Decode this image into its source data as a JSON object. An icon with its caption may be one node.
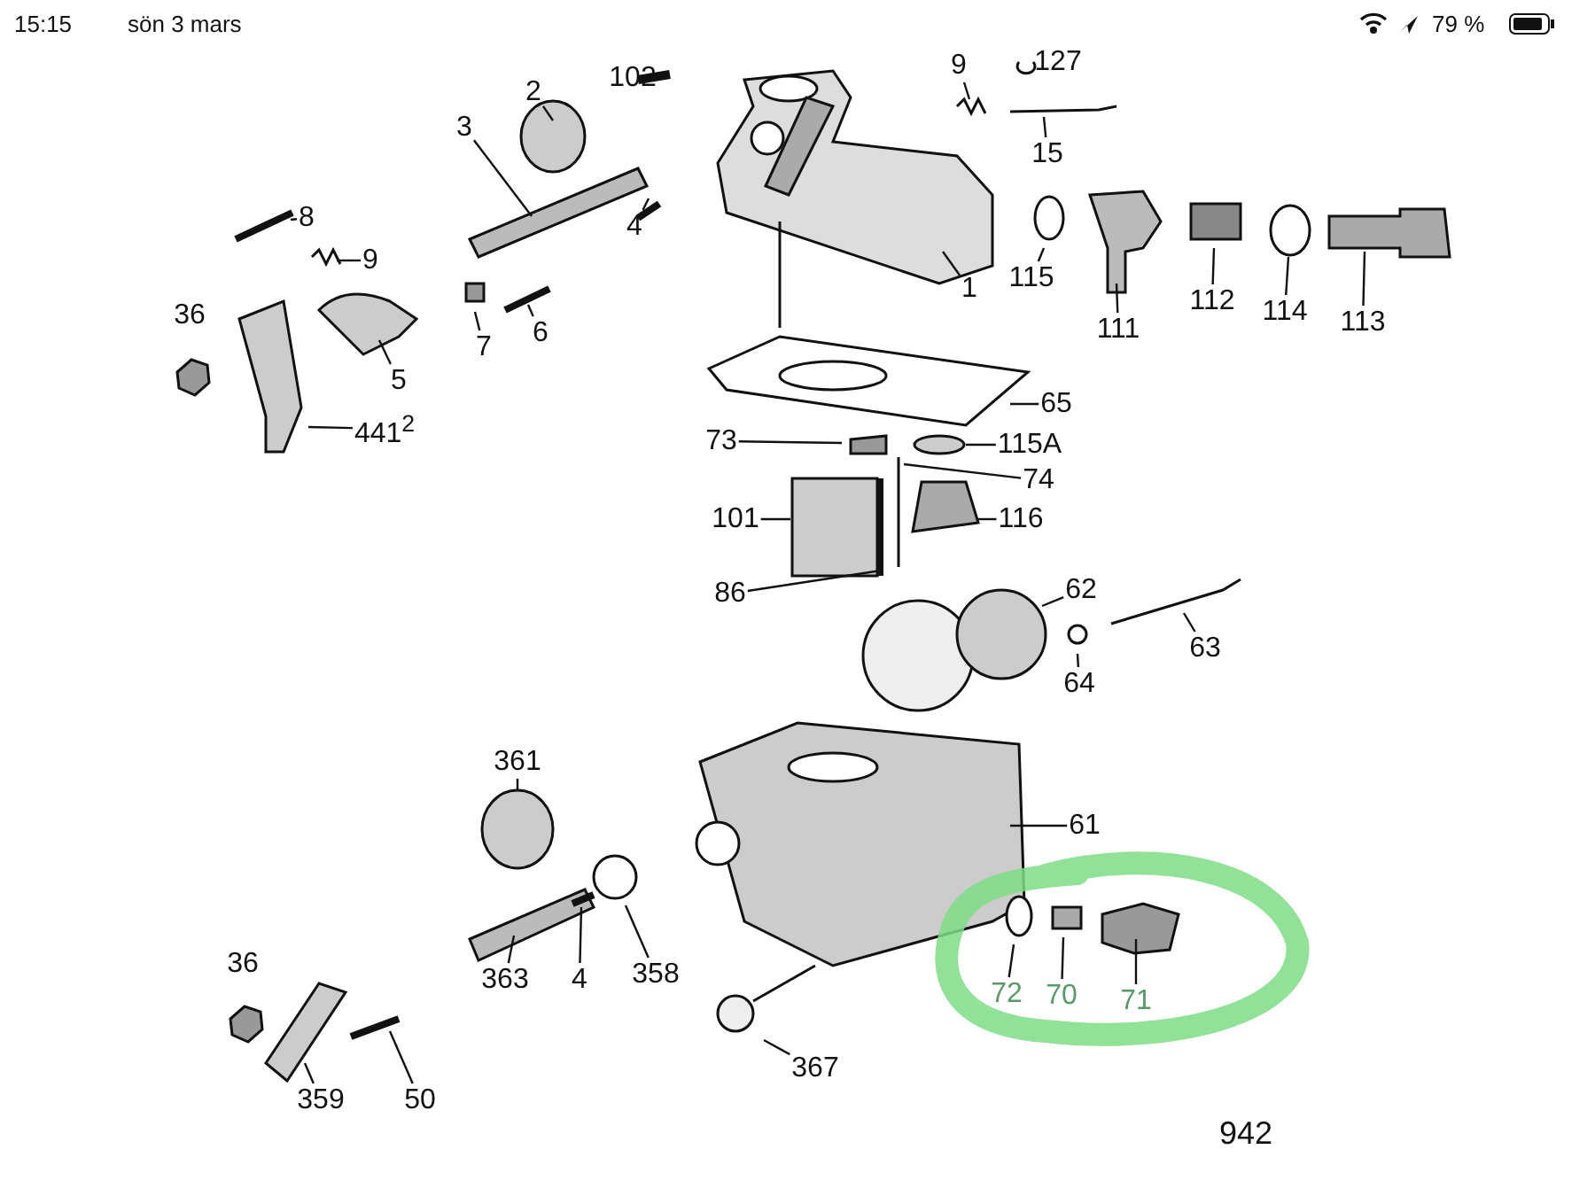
{
  "diagram": {
    "nodes": [
      {
        "text": [
          "2"
        ]
      },
      {
        "text": [
          "3"
        ]
      },
      {
        "text": [
          "8"
        ]
      },
      {
        "text": [
          "4"
        ]
      },
      {
        "text": [
          "9"
        ]
      },
      {
        "text": [
          "6"
        ]
      },
      {
        "text": [
          "7"
        ]
      },
      {
        "text": [
          "5"
        ]
      },
      {
        "text": [
          "441$^{2}$"
        ]
      },
      {
        "text": [
          "9"
        ]
      },
      {
        "text": [
          "127"
        ]
      },
      {
        "text": [
          "15"
        ]
      },
      {
        "text": [
          "1"
        ]
      },
      {
        "text": [
          "115"
        ]
      },
      {
        "text": [
          "111"
        ]
      },
      {
        "text": [
          "112"
        ]
      },
      {
        "text": [
          "114"
        ]
      },
      {
        "text": [
          "113"
        ]
      },
      {
        "text": [
          "65"
        ]
      },
      {
        "text": [
          "73"
        ]
      },
      {
        "text": [
          "115A"
        ]
      },
      {
        "text": [
          "74"
        ]
      },
      {
        "text": [
          "101"
        ]
      },
      {
        "text": [
          "116"
        ]
      },
      {
        "text": [
          "86"
        ]
      },
      {
        "text": [
          "62"
        ]
      },
      {
        "text": [
          "63"
        ]
      },
      {
        "text": [
          "64"
        ]
      },
      {
        "text": [
          "361"
        ]
      },
      {
        "text": [
          "61"
        ]
      },
      {
        "text": [
          "363"
        ]
      },
      {
        "text": [
          "4"
        ]
      },
      {
        "text": [
          "358"
        ]
      },
      {
        "text": [
          "72"
        ]
      },
      {
        "text": [
          "70"
        ]
      },
      {
        "text": [
          "71"
        ]
      },
      {
        "text": [
          "367"
        ]
      },
      {
        "text": [
          "359"
        ]
      },
      {
        "text": [
          "50"
        ]
      }
    ],
    "edges": [
      {
        "from": 0,
        "to": null,
        "arrow": "none"
      },
      {
        "from": 1,
        "to": null,
        "arrow": "none"
      },
      {
        "from": 2,
        "to": null,
        "arrow": "none"
      },
      {
        "from": 3,
        "to": null,
        "arrow": "none"
      },
      {
        "from": 4,
        "to": null,
        "arrow": "none"
      },
      {
        "from": 5,
        "to": null,
        "arrow": "none"
      },
      {
        "from": 6,
        "to": null,
        "arrow": "none"
      },
      {
        "from": 7,
        "to": null,
        "arrow": "none"
      },
      {
        "from": 8,
        "to": null,
        "arrow": "none"
      },
      {
        "from": 9,
        "to": null,
        "arrow": "none"
      },
      {
        "from": 10,
        "to": null,
        "arrow": "none"
      },
      {
        "from": 11,
        "to": null,
        "arrow": "none"
      },
      {
        "from": 12,
        "to": null,
        "arrow": "none"
      },
      {
        "from": 13,
        "to": null,
        "arrow": "none"
      },
      {
        "from": 14,
        "to": null,
        "arrow": "none"
      },
      {
        "from": 15,
        "to": null,
        "arrow": "none"
      },
      {
        "from": 16,
        "to": null,
        "arrow": "none"
      },
      {
        "from": 17,
        "to": null,
        "arrow": "none"
      },
      {
        "from": 18,
        "to": null,
        "arrow": "none"
      },
      {
        "from": 19,
        "to": null,
        "arrow": "none"
      },
      {
        "from": 20,
        "to": null,
        "arrow": "none"
      },
      {
        "from": 21,
        "to": null,
        "arrow": "none"
      },
      {
        "from": 22,
        "to": null,
        "arrow": "none"
      },
      {
        "from": 23,
        "to": null,
        "arrow": "none"
      },
      {
        "from": 24,
        "to": null,
        "arrow": "none"
      },
      {
        "from": 25,
        "to": null,
        "arrow": "none"
      },
      {
        "from": 26,
        "to": null,
        "arrow": "none"
      },
      {
        "from": 27,
        "to": null,
        "arrow": "none"
      },
      {
        "from": 28,
        "to": null,
        "arrow": "none"
      },
      {
        "from": 29,
        "to": null,
        "arrow": "none"
      },
      {
        "from": 30,
        "to": null,
        "arrow": "none"
      },
      {
        "from": 31,
        "to": null,
        "arrow": "none"
      },
      {
        "from": 32,
        "to": null,
        "arrow": "none"
      },
      {
        "from": 33,
        "to": null,
        "arrow": "none"
      },
      {
        "from": 34,
        "to": null,
        "arrow": "none"
      },
      {
        "from": 35,
        "to": null,
        "arrow": "none"
      },
      {
        "from": 36,
        "to": null,
        "arrow": "none"
      },
      {
        "from": 37,
        "to": null,
        "arrow": "none"
      },
      {
        "from": 38,
        "to": null,
        "arrow": "none"
      }
    ],
    "labels": [
      "15:15",
      "sön 3 mars",
      "79 %",
      "102",
      "36",
      "36",
      "942"
    ]
  }
}
